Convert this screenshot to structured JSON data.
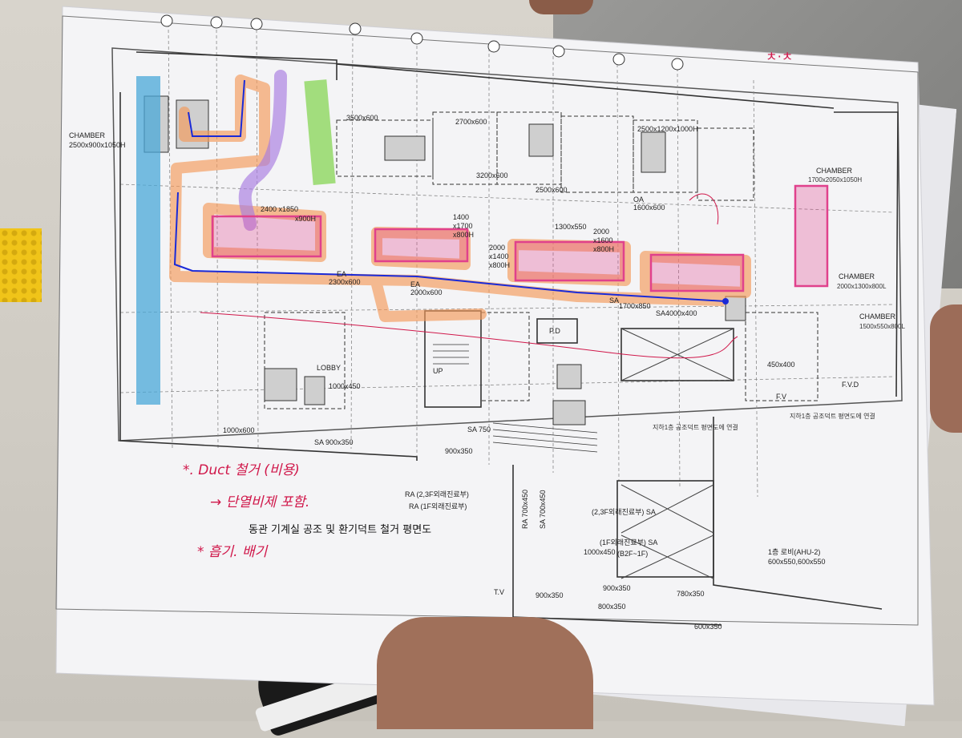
{
  "scene": {
    "description_items": [
      "tactile-paving",
      "sneaker",
      "holding-hand"
    ]
  },
  "drawing": {
    "title": "동관 기계실 공조 및 환기덕트 철거 평면도",
    "handwritten_notes": [
      "*. Duct 철거 (비용)",
      "→ 단열비제 포함.",
      "* 흡기. 배기"
    ],
    "corner_mark": "ㅊ·ㅊ",
    "labels": {
      "chamber_left": "CHAMBER",
      "chamber_left_size": "2500x900x1050H",
      "chamber_right_top": "CHAMBER",
      "chamber_right_top_size": "1700x2050x1050H",
      "chamber_right_mid": "CHAMBER",
      "chamber_right_mid_size": "2000x1300x800L",
      "chamber_right_low": "CHAMBER",
      "chamber_right_low_size": "1500x550x800L",
      "ea_main": "EA",
      "ea_main_size": "2000x600",
      "ea_left": "EA",
      "ea_left_size": "2300x600",
      "sa_right": "SA",
      "sa_right_size": "1700x850",
      "sa_right2": "SA",
      "sa_right2_size": "4000x400",
      "oa_mid": "OA",
      "oa_mid_size": "1600x600",
      "size_3500": "3500x600",
      "size_2700": "2700x600",
      "size_3200": "3200x600",
      "size_2500": "2500x600",
      "size_2500b": "2500x1200x1000H",
      "size_2400": "2400 x1850",
      "size_2400h": "x900H",
      "size_1400": "1400",
      "size_1400b": "x1700",
      "size_1400c": "x800H",
      "size_2000a": "2000",
      "size_2000b": "x1400",
      "size_2000c": "x800H",
      "size_2000d": "2000",
      "size_2000e": "x1600",
      "size_2000f": "x800H",
      "size_1300": "1300x550",
      "pd_label": "P.D",
      "up_label": "UP",
      "lobby": "LOBBY",
      "sa_900": "SA 900x350",
      "sa_750": "SA 750",
      "size_900x350": "900x350",
      "size_900x350b": "900x350",
      "size_800x350": "800x350",
      "size_780x350": "780x350",
      "size_600x350": "600x350",
      "size_1000x600": "1000x600",
      "size_1000x450": "1000x450",
      "size_450x400": "450x400",
      "size_2000x600": "2000x600",
      "ra_23f": "RA (2,3F외래진료부)",
      "ra_1f": "RA (1F외래진료부)",
      "sa_23f": "(2,3F외래진료부) SA",
      "sa_1f": "(1F외래진료부) SA",
      "b2f": "(B2F~1F)",
      "size_1000x450b": "1000x450",
      "lobby_ahu": "1층 로비(AHU-2)",
      "lobby_ahu_size": "600x550,600x550",
      "ra_700x450": "RA 700x450",
      "sa_700x450": "SA 700x450",
      "tv_label": "T.V",
      "fv_label": "F.V",
      "fvd_label": "F.V.D",
      "right_note": "지하1층 공조덕트 평면도에 연결",
      "right_note2": "지하1층 공조덕트 평면도에 연결"
    }
  },
  "colors": {
    "paper": "#f4f4f6",
    "line": "#3a3a3a",
    "orange_highlight": "#f59a5a",
    "blue_highlight": "#4aa8d8",
    "purple_highlight": "#a77be0",
    "green_highlight": "#7fd34a",
    "pink_highlight": "#e0418c",
    "ink_red": "#d0174a",
    "ink_blue": "#1a2ad8"
  }
}
